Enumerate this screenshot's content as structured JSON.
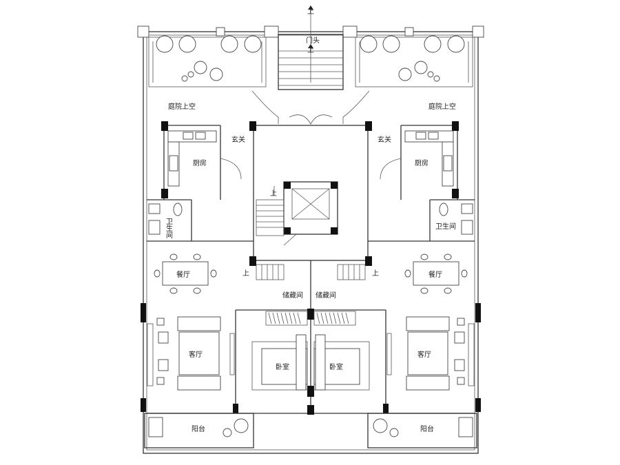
{
  "labels": {
    "up_top": "上",
    "gate": "门头",
    "gate_up": "上",
    "courtyard_left": "庭院上空",
    "courtyard_right": "庭院上空",
    "foyer_left": "玄关",
    "foyer_right": "玄关",
    "kitchen_left": "厨房",
    "kitchen_right": "厨房",
    "bath_left": "卫生间",
    "bath_right": "卫生间",
    "stair_up": "上",
    "dining_left": "餐厅",
    "dining_right": "餐厅",
    "up_left": "上",
    "up_right": "上",
    "storage_left": "储藏间",
    "storage_right": "储藏间",
    "living_left": "客厅",
    "living_right": "客厅",
    "bedroom_left": "卧室",
    "bedroom_right": "卧室",
    "balcony_left": "阳台",
    "balcony_right": "阳台"
  }
}
